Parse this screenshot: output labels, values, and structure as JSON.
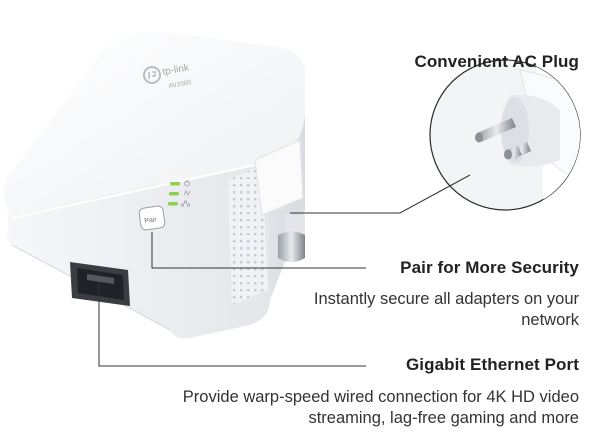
{
  "features": [
    {
      "title": "Convenient AC Plug"
    },
    {
      "title": "Pair for More Security",
      "description": "Instantly secure all adapters on your network"
    },
    {
      "title": "Gigabit Ethernet Port",
      "description": "Provide warp-speed wired connection for 4K HD video streaming, lag-free gaming and more"
    }
  ],
  "device": {
    "brand": "tp-link",
    "model": "AV1000",
    "pair_button_label": "Pair"
  },
  "icons": [
    "power-icon",
    "powerline-icon",
    "ethernet-icon"
  ],
  "colors": {
    "led": "#8fd14f",
    "text": "#1f1f1f",
    "line": "#333333"
  }
}
